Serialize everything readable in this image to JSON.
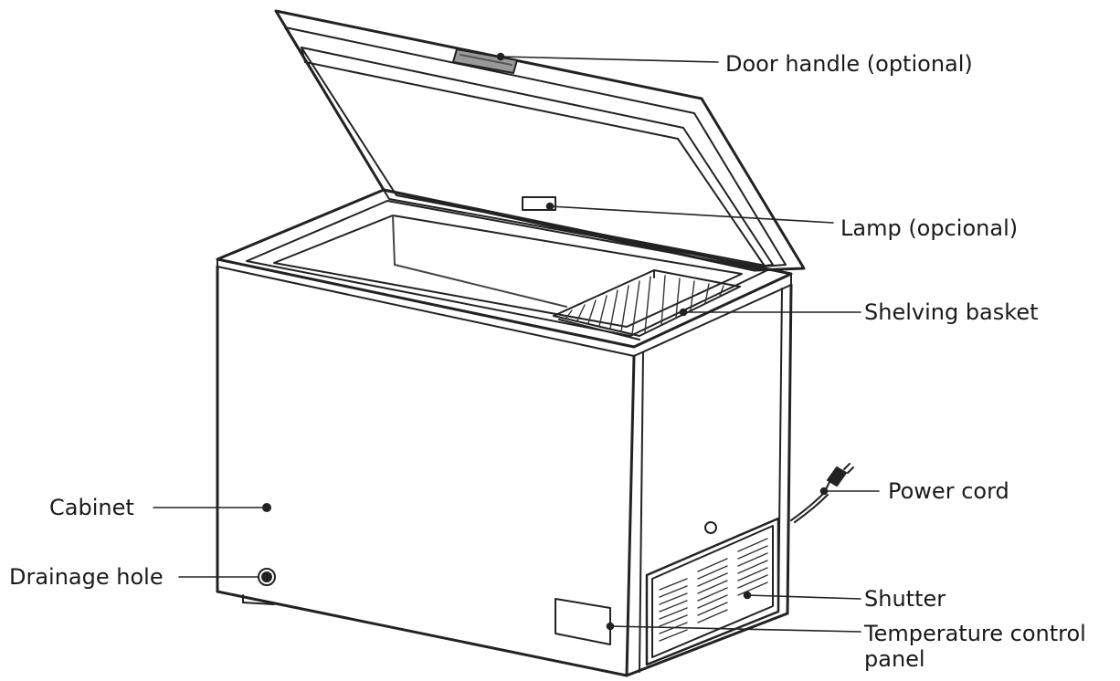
{
  "diagram": {
    "callouts": {
      "door_handle": "Door handle (optional)",
      "lamp": "Lamp (opcional)",
      "shelving_basket": "Shelving basket",
      "power_cord": "Power cord",
      "cabinet": "Cabinet",
      "drainage_hole": "Drainage hole",
      "shutter": "Shutter",
      "temperature_control_panel_line1": "Temperature control",
      "temperature_control_panel_line2": "panel"
    }
  }
}
